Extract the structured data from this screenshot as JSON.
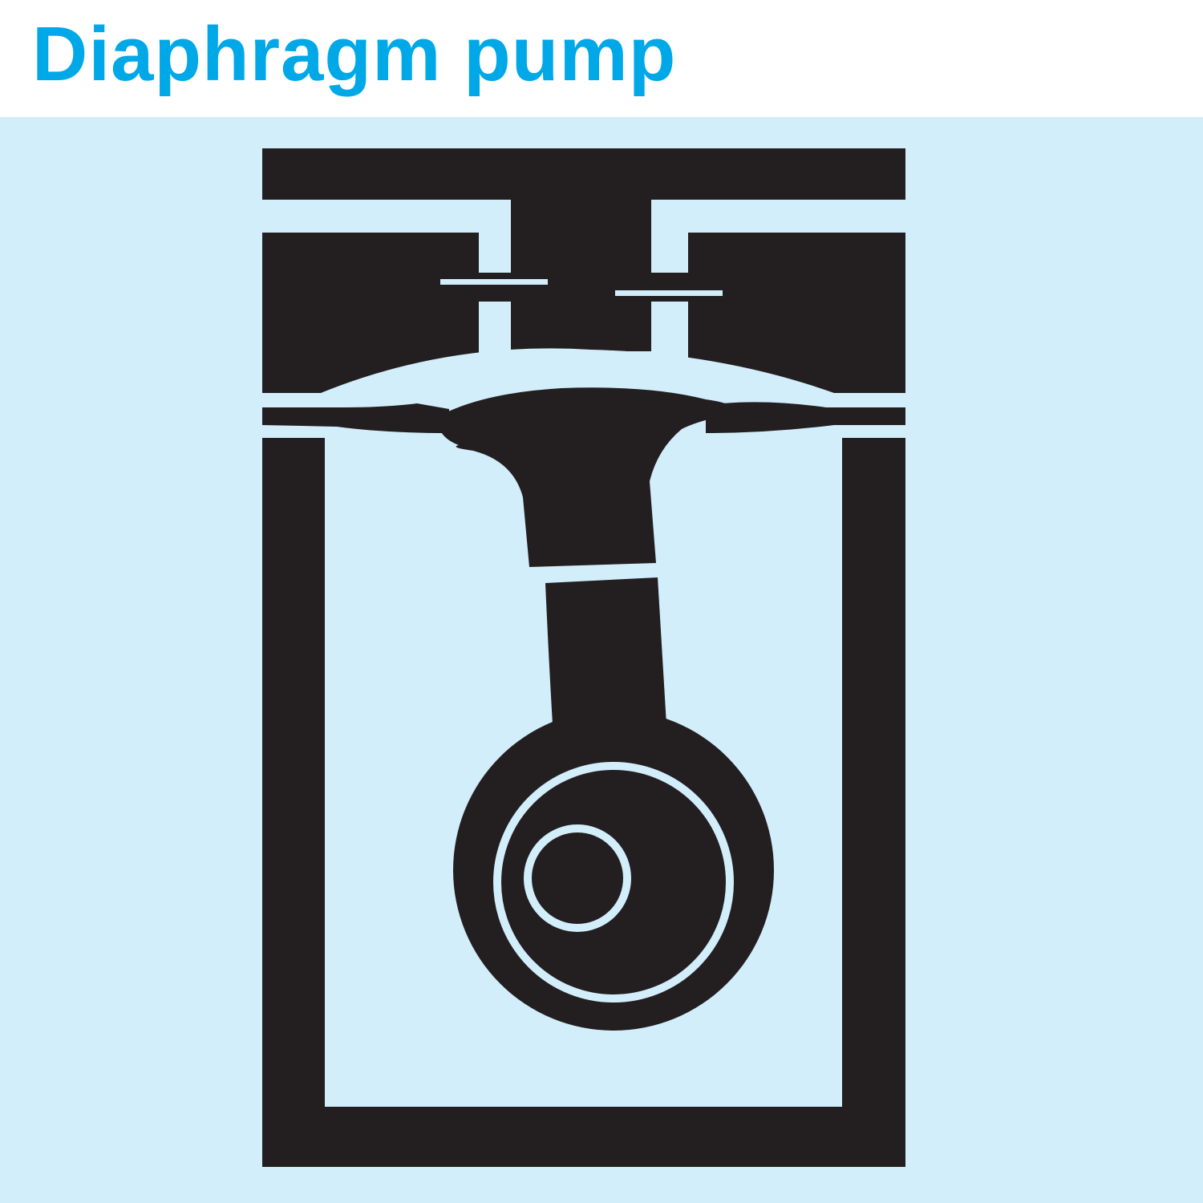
{
  "title": "Diaphragm pump",
  "colors": {
    "title": "#00a8e8",
    "background": "#d3eefb",
    "ink": "#231f20"
  },
  "diagram": {
    "subject": "diaphragm-pump-cross-section",
    "parts": [
      "pump-head",
      "inlet-valve",
      "outlet-valve",
      "diaphragm",
      "connecting-rod",
      "crank-eccentric",
      "motor-shaft",
      "pump-housing"
    ]
  }
}
